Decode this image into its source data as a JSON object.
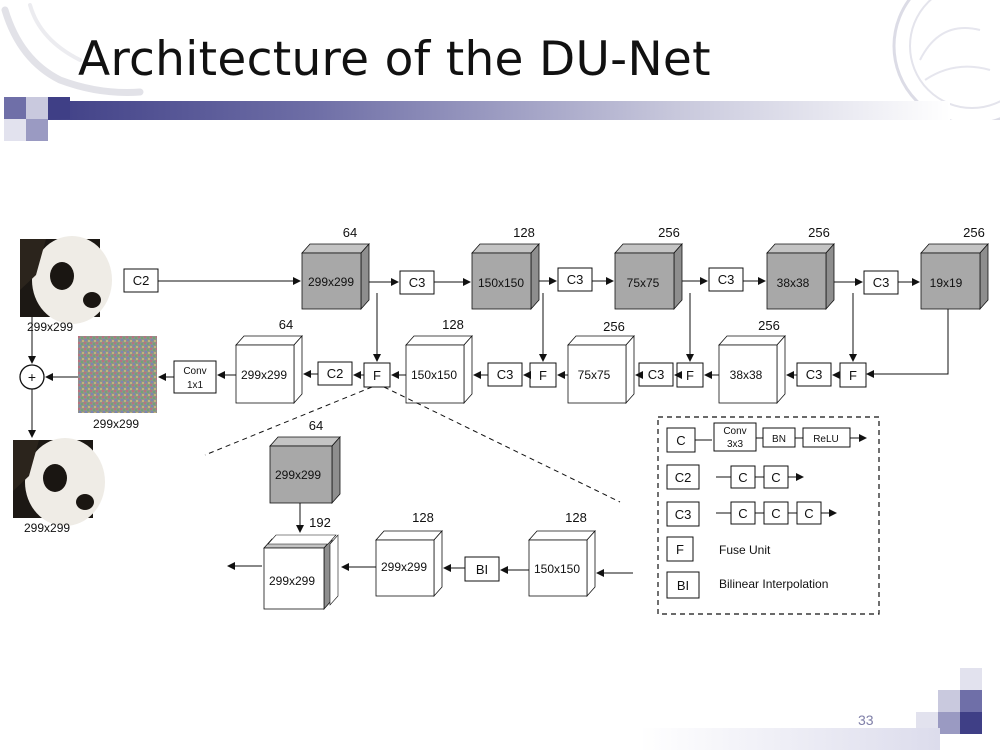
{
  "slide": {
    "title": "Architecture of the DU-Net",
    "page_number": "33",
    "colors": {
      "accent": "#3f3f86",
      "box_gray": "#a8a8a8",
      "box_white": "#ffffff"
    }
  },
  "diagram": {
    "images": {
      "input_label": "299x299",
      "noise_label": "299x299",
      "output_label": "299x299",
      "plus_symbol": "+"
    },
    "encoder": {
      "c2_label": "C2",
      "connectors": [
        "C3",
        "C3",
        "C3",
        "C3"
      ],
      "blocks": [
        {
          "size": "299x299",
          "channels": "64"
        },
        {
          "size": "150x150",
          "channels": "128"
        },
        {
          "size": "75x75",
          "channels": "256"
        },
        {
          "size": "38x38",
          "channels": "256"
        },
        {
          "size": "19x19",
          "channels": "256"
        }
      ]
    },
    "decoder": {
      "conv_label": [
        "Conv",
        "1x1"
      ],
      "c2_label": "C2",
      "fuse_label": "F",
      "c3_label": "C3",
      "blocks": [
        {
          "size": "299x299",
          "channels": "64"
        },
        {
          "size": "150x150",
          "channels": "128"
        },
        {
          "size": "75x75",
          "channels": "256"
        },
        {
          "size": "38x38",
          "channels": "256"
        }
      ]
    },
    "fuse_detail": {
      "top_block": {
        "size": "299x299",
        "channels": "64"
      },
      "concat_block": {
        "size": "299x299",
        "channels": "192"
      },
      "mid_block": {
        "size": "299x299",
        "channels": "128"
      },
      "bi_label": "BI",
      "right_block": {
        "size": "150x150",
        "channels": "128"
      }
    },
    "legend": {
      "c_label": "C",
      "conv_label": [
        "Conv",
        "3x3"
      ],
      "bn_label": "BN",
      "relu_label": "ReLU",
      "c2_label": "C2",
      "c3_label": "C3",
      "f_label": "F",
      "f_desc": "Fuse Unit",
      "bi_label": "BI",
      "bi_desc": "Bilinear Interpolation"
    }
  }
}
